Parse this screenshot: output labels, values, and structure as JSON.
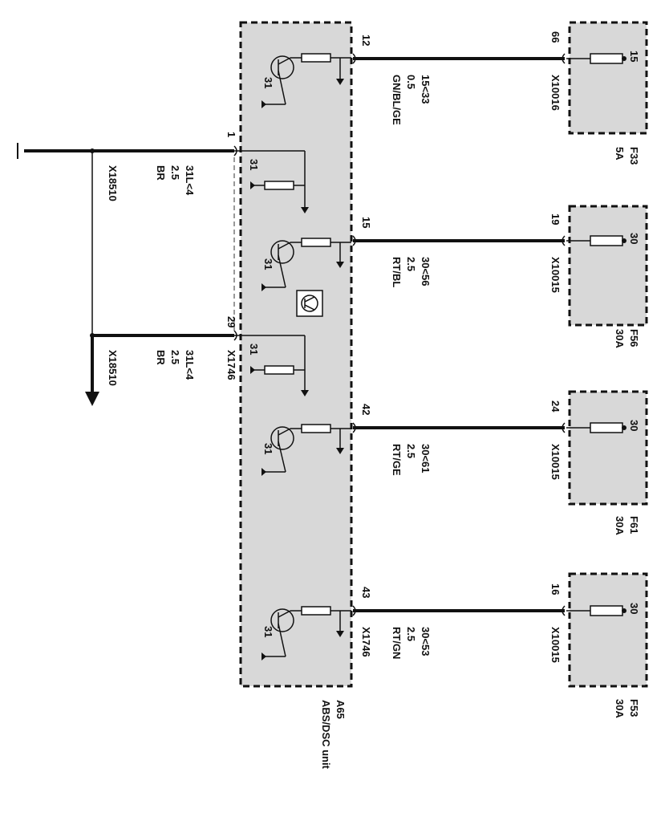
{
  "unit": {
    "code": "A65",
    "name": "ABS/DSC unit"
  },
  "pins": [
    {
      "pin": "12",
      "spec": "15<33",
      "size": "0.5",
      "color": "GN/BL/GE"
    },
    {
      "pin": "15",
      "spec": "30<56",
      "size": "2.5",
      "color": "RT/BL"
    },
    {
      "pin": "42",
      "spec": "30<61",
      "size": "2.5",
      "color": "RT/GE"
    },
    {
      "pin": "43",
      "spec": "30<53",
      "size": "2.5",
      "color": "RT/GN",
      "connector": "X1746"
    }
  ],
  "fuses": [
    {
      "pin": "66",
      "connector": "X10016",
      "terminal": "15",
      "name": "F33",
      "rating": "5A"
    },
    {
      "pin": "19",
      "connector": "X10015",
      "terminal": "30",
      "name": "F56",
      "rating": "30A"
    },
    {
      "pin": "24",
      "connector": "X10015",
      "terminal": "30",
      "name": "F61",
      "rating": "30A"
    },
    {
      "pin": "16",
      "connector": "X10015",
      "terminal": "30",
      "name": "F53",
      "rating": "30A"
    }
  ],
  "grounds": [
    {
      "pin": "1",
      "spec": "31L<4",
      "size": "2.5",
      "color": "BR",
      "connector": "X18510"
    },
    {
      "pin": "29",
      "spec": "31L<4",
      "size": "2.5",
      "color": "BR",
      "connector": "X18510",
      "unit_connector": "X1746"
    }
  ],
  "ground_terminal": "31"
}
